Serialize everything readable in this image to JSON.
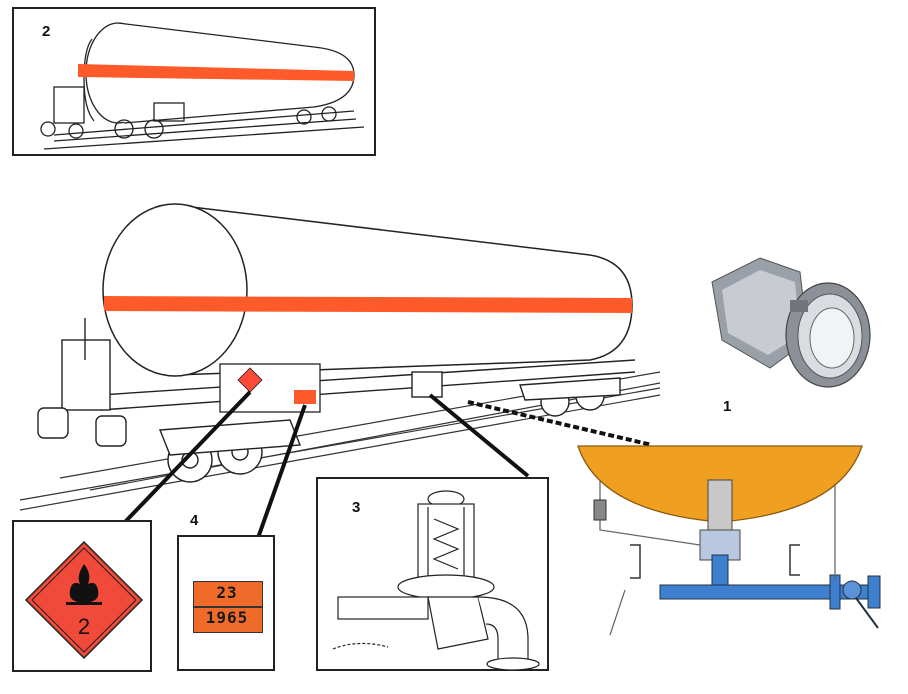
{
  "labels": {
    "callout_1": "1",
    "callout_2": "2",
    "callout_3": "3",
    "callout_4": "4"
  },
  "hazard_diamond": {
    "class_number": "2",
    "icon": "flame-icon"
  },
  "orange_plate": {
    "hazard_id": "23",
    "un_number": "1965"
  },
  "colors": {
    "stripe": "#ff5a2a",
    "tank_liquid": "#f0a020",
    "pipe": "#3f7fcf",
    "diamond": "#f24a3a",
    "plate": "#f06a2a"
  }
}
